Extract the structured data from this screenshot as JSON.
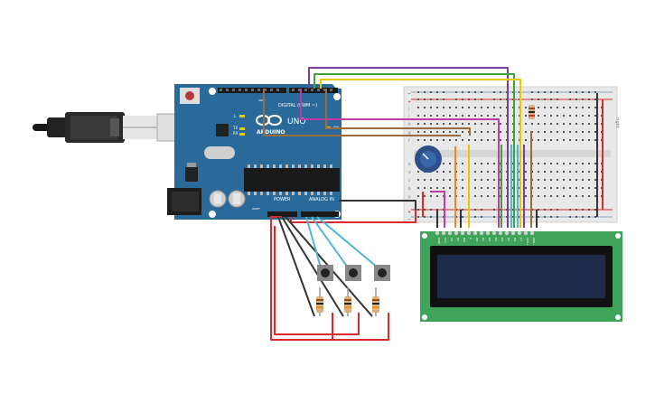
{
  "arduino": {
    "brand": "ARDUINO",
    "model": "UNO",
    "digital_label": "DIGITAL (PWM ~)",
    "power_label": "POWER",
    "analog_label": "ANALOG IN",
    "on_label": "ON",
    "tx_label": "TX",
    "rx_label": "RX",
    "l_label": "L",
    "ioref_label": "IOREF",
    "aref_label": "AREF"
  },
  "breadboard": {
    "rows_top": [
      "j",
      "i",
      "h",
      "g",
      "f"
    ],
    "rows_bottom": [
      "e",
      "d",
      "c",
      "b",
      "a"
    ],
    "side_label": "right",
    "plus": "+",
    "minus": "−"
  },
  "lcd": {
    "pins": [
      "GND",
      "VCC",
      "V0",
      "RS",
      "RW",
      "E",
      "D0",
      "D1",
      "D2",
      "D3",
      "D4",
      "D5",
      "D6",
      "D7",
      "LED+",
      "LED−"
    ]
  },
  "colors": {
    "board_blue": "#2a6a9a",
    "wire_red": "#d92b2b",
    "wire_black": "#333333",
    "wire_purple": "#7a3f9a",
    "wire_green": "#3aa53a",
    "wire_yellow": "#e8c800",
    "wire_cyan": "#4fb6d6",
    "wire_magenta": "#c23aa8",
    "wire_orange": "#f08a1c",
    "wire_brown": "#9a6b3d",
    "lcd_green": "#3fa35a",
    "lcd_screen": "#1f2b4a"
  }
}
